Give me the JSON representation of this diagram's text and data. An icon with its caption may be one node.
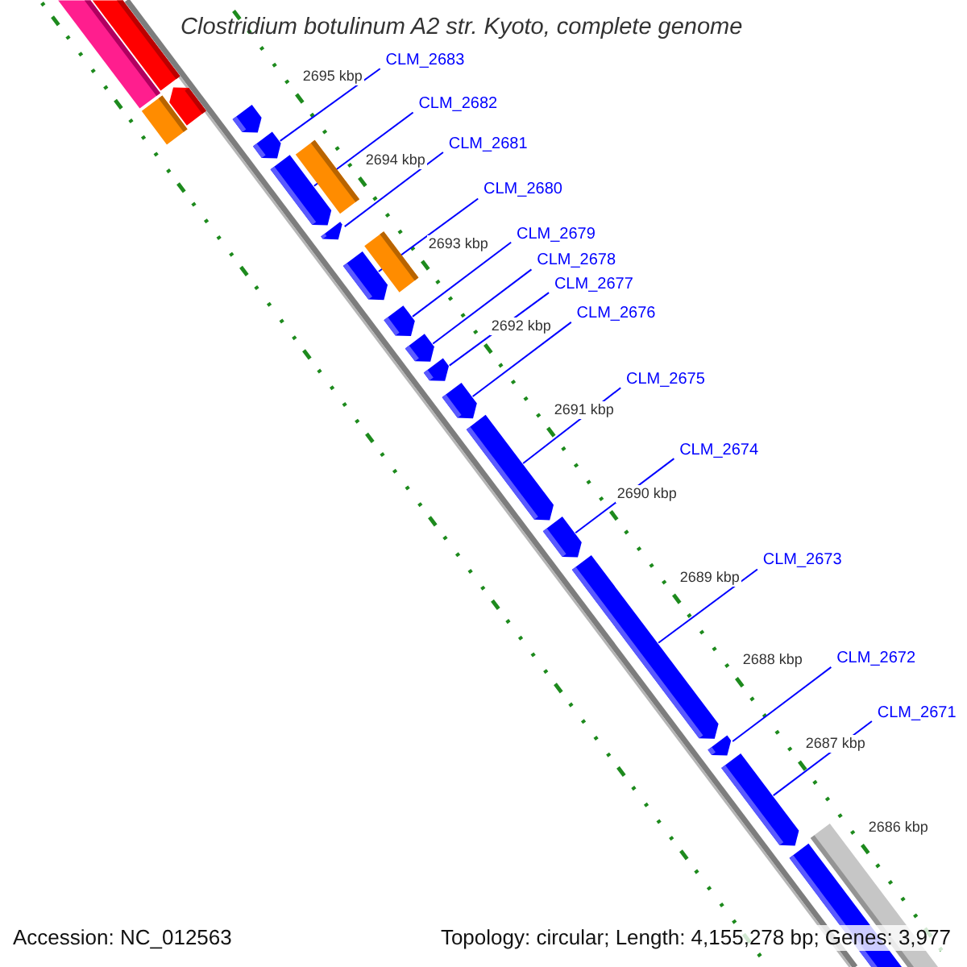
{
  "diagram": {
    "title": "Clostridium botulinum A2 str. Kyoto, complete genome",
    "nodes": [
      {
        "text": [
          "CLM_2683"
        ]
      },
      {
        "text": [
          "CLM_2682"
        ]
      },
      {
        "text": [
          "CLM_2681"
        ]
      },
      {
        "text": [
          "CLM_2680"
        ]
      },
      {
        "text": [
          "CLM_2679"
        ]
      },
      {
        "text": [
          "CLM_2678"
        ]
      },
      {
        "text": [
          "CLM_2677"
        ]
      },
      {
        "text": [
          "CLM_2676"
        ]
      },
      {
        "text": [
          "CLM_2675"
        ]
      },
      {
        "text": [
          "CLM_2674"
        ]
      },
      {
        "text": [
          "CLM_2673"
        ]
      },
      {
        "text": [
          "CLM_2672"
        ]
      },
      {
        "text": [
          "CLM_2671"
        ]
      },
      {
        "text": [],
        "shape": "bar"
      },
      {
        "text": [],
        "shape": "pentagon"
      },
      {
        "text": [],
        "shape": "bar"
      },
      {
        "text": [],
        "shape": "bar"
      },
      {
        "text": [],
        "shape": "pentagon"
      },
      {
        "text": [],
        "shape": "pentagon"
      },
      {
        "text": [],
        "shape": "bar"
      },
      {
        "text": [],
        "shape": "pentagon"
      },
      {
        "text": [],
        "shape": "pentagon"
      },
      {
        "text": [],
        "shape": "bar"
      },
      {
        "text": [],
        "shape": "pentagon"
      },
      {
        "text": [],
        "shape": "pentagon"
      },
      {
        "text": [],
        "shape": "pentagon"
      },
      {
        "text": [],
        "shape": "pentagon"
      },
      {
        "text": [],
        "shape": "pentagon"
      },
      {
        "text": [],
        "shape": "pentagon"
      },
      {
        "text": [],
        "shape": "pentagon"
      },
      {
        "text": [],
        "shape": "pentagon"
      },
      {
        "text": [],
        "shape": "pentagon"
      },
      {
        "text": [],
        "shape": "pentagon"
      },
      {
        "text": [],
        "shape": "bar"
      },
      {
        "text": [],
        "shape": "bar"
      }
    ],
    "edges": [
      {
        "from": 0,
        "to": 18,
        "arrow": "none"
      },
      {
        "from": 1,
        "to": 20,
        "arrow": "none"
      },
      {
        "from": 2,
        "to": 21,
        "arrow": "none"
      },
      {
        "from": 3,
        "to": 23,
        "arrow": "none"
      },
      {
        "from": 4,
        "to": 24,
        "arrow": "none"
      },
      {
        "from": 5,
        "to": 25,
        "arrow": "none"
      },
      {
        "from": 6,
        "to": 26,
        "arrow": "none"
      },
      {
        "from": 7,
        "to": 27,
        "arrow": "none"
      },
      {
        "from": 8,
        "to": 28,
        "arrow": "none"
      },
      {
        "from": 9,
        "to": 29,
        "arrow": "none"
      },
      {
        "from": 10,
        "to": 30,
        "arrow": "none"
      },
      {
        "from": 11,
        "to": 31,
        "arrow": "none"
      },
      {
        "from": 12,
        "to": 32,
        "arrow": "none"
      }
    ],
    "labels": [
      "2695 kbp",
      "2694 kbp",
      "2693 kbp",
      "2692 kbp",
      "2691 kbp",
      "2690 kbp",
      "2689 kbp",
      "2688 kbp",
      "2687 kbp",
      "2686 kbp",
      "Accession: NC_012563",
      "Topology: circular; Length: 4,155,278 bp; Genes: 3,977"
    ]
  }
}
